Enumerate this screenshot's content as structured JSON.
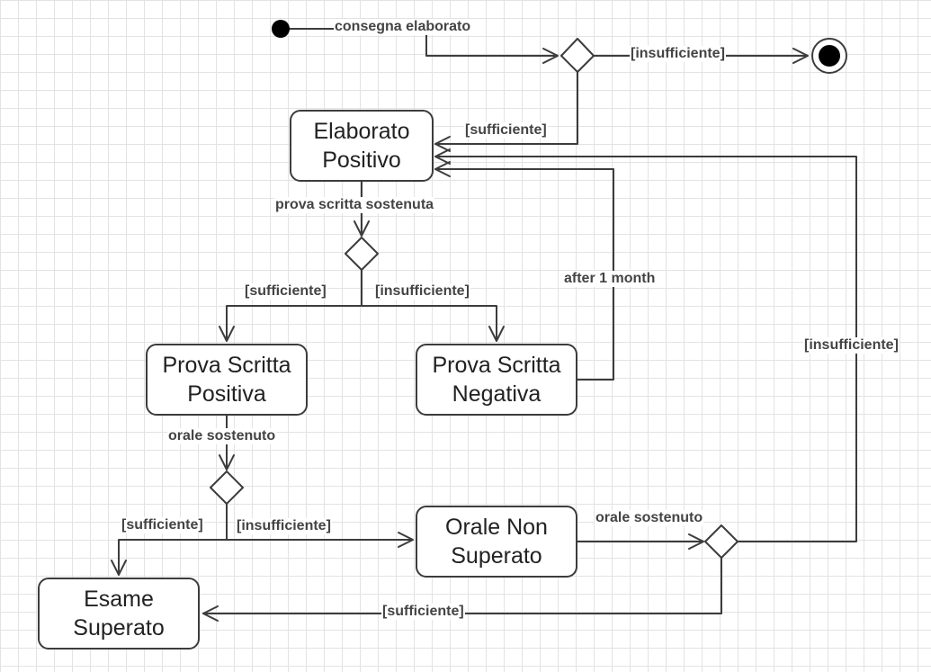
{
  "states": {
    "elaborato_positivo": "Elaborato\nPositivo",
    "prova_scritta_positiva": "Prova Scritta\nPositiva",
    "prova_scritta_negativa": "Prova Scritta\nNegativa",
    "orale_non_superato": "Orale Non\nSuperato",
    "esame_superato": "Esame\nSuperato"
  },
  "transitions": {
    "consegna_elaborato": "consegna elaborato",
    "insufficiente_top": "[insufficiente]",
    "sufficiente_top": "[sufficiente]",
    "prova_scritta_sostenuta": "prova scritta sostenuta",
    "sufficiente_scritta": "[sufficiente]",
    "insufficiente_scritta": "[insufficiente]",
    "after_1_month": "after 1 month",
    "orale_sostenuto_1": "orale sostenuto",
    "sufficiente_orale": "[sufficiente]",
    "insufficiente_orale": "[insufficiente]",
    "orale_sostenuto_2": "orale sostenuto",
    "insufficiente_right": "[insufficiente]",
    "sufficiente_bottom": "[sufficiente]"
  },
  "colors": {
    "line": "#3c3c3c",
    "label": "#444444",
    "grid": "#e3e3e3"
  }
}
